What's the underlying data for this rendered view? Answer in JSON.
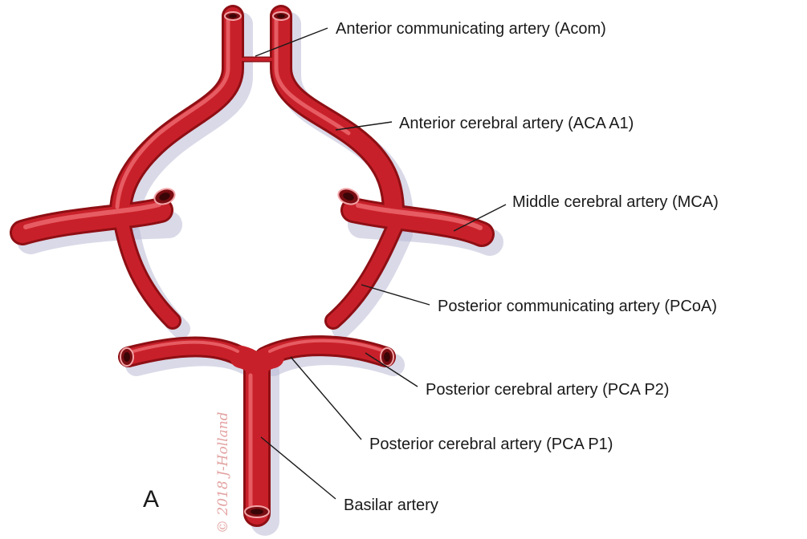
{
  "diagram": {
    "panel_letter": "A",
    "signature": "© 2018 J-Holland",
    "colors": {
      "vessel": "#c8202a",
      "vessel_dark": "#8e0f14",
      "vessel_highlight": "#ee6b70",
      "lumen": "#5a0a0d",
      "label_text": "#1a1a1a"
    },
    "labels": {
      "acom": "Anterior communicating artery (Acom)",
      "aca_a1": "Anterior cerebral artery (ACA A1)",
      "mca": "Middle cerebral artery (MCA)",
      "pcoa": "Posterior communicating artery (PCoA)",
      "pca_p2": "Posterior cerebral artery (PCA P2)",
      "pca_p1": "Posterior cerebral artery (PCA P1)",
      "basilar": "Basilar artery"
    }
  }
}
